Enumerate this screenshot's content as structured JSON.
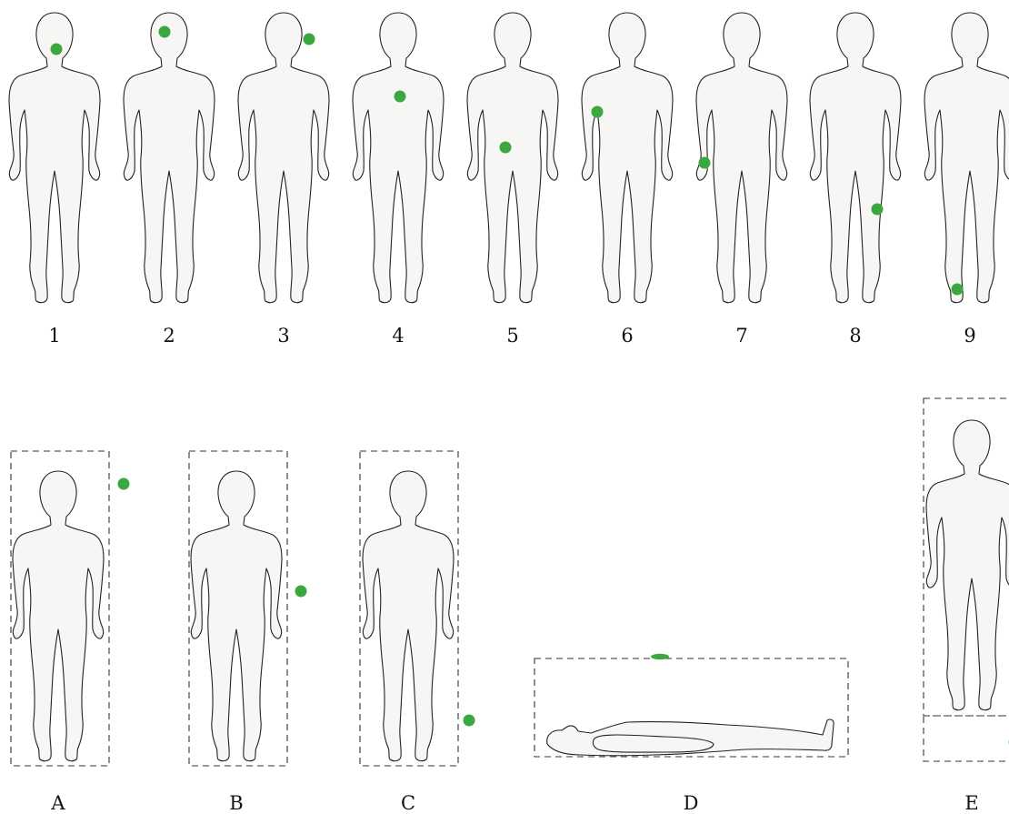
{
  "accent_color": "#3aa83f",
  "top_row_labels": [
    "1",
    "2",
    "3",
    "4",
    "5",
    "6",
    "7",
    "8",
    "9"
  ],
  "bottom_row_labels": [
    "A",
    "B",
    "C",
    "D",
    "E"
  ],
  "icons": {
    "figure": "human-body-silhouette-icon",
    "reclining_figure": "reclining-body-silhouette-icon",
    "marker": "green-dot-marker-icon"
  }
}
